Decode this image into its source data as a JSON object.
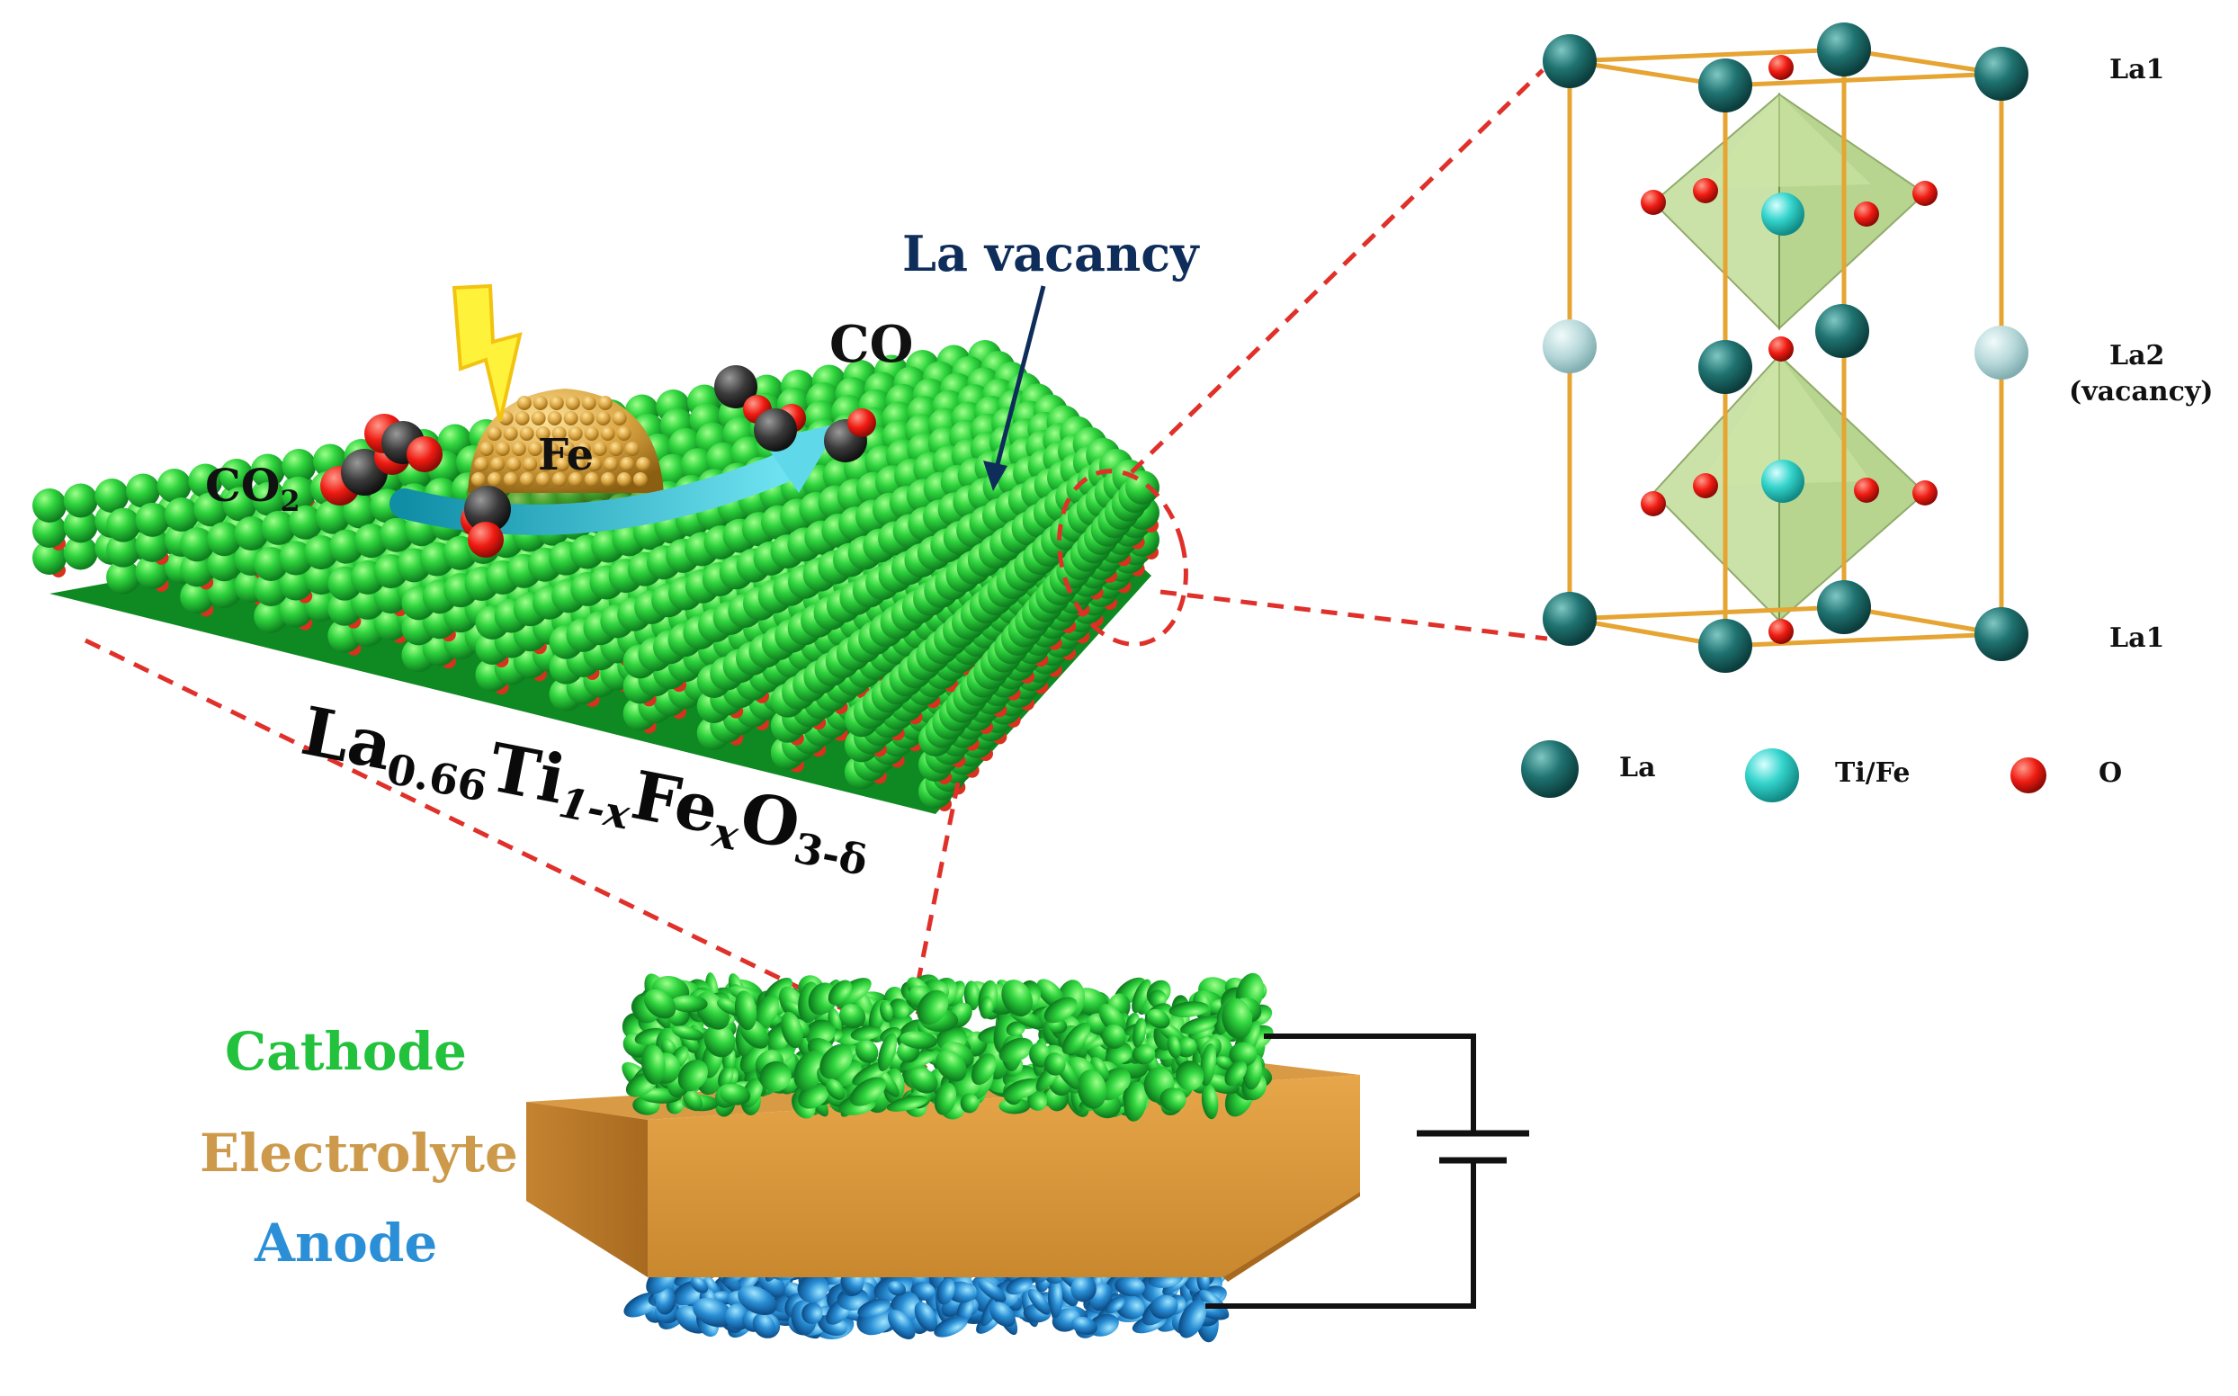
{
  "labels": {
    "la_vacancy": "La vacancy",
    "co": "CO",
    "co2_main": "CO",
    "co2_sub": "2",
    "fe": "Fe",
    "formula": {
      "la": "La",
      "la_sub": "0.66",
      "ti": "Ti",
      "ti_sub": "1-x",
      "fe": "Fe",
      "fe_sub": "x",
      "o": "O",
      "o_sub": "3-δ"
    },
    "cathode": "Cathode",
    "electrolyte": "Electrolyte",
    "anode": "Anode"
  },
  "crystal": {
    "la1_top": "La1",
    "la2": "La2",
    "vacancy": "(vacancy)",
    "la1_bottom": "La1",
    "legend": [
      {
        "label": "La",
        "color": "#1e6b6b"
      },
      {
        "label": "Ti/Fe",
        "color": "#33d6cf"
      },
      {
        "label": "O",
        "color": "#ff1a1a"
      }
    ]
  },
  "colors": {
    "surface_green": "#27c93a",
    "oxygen_red": "#d8321e",
    "fe_gold": "#d9a441",
    "arrow_cyan": "#2bbfd6",
    "zoom_dash": "#e0302a",
    "octahedron": "#9fc86a",
    "bolt": "#f5e41a"
  }
}
